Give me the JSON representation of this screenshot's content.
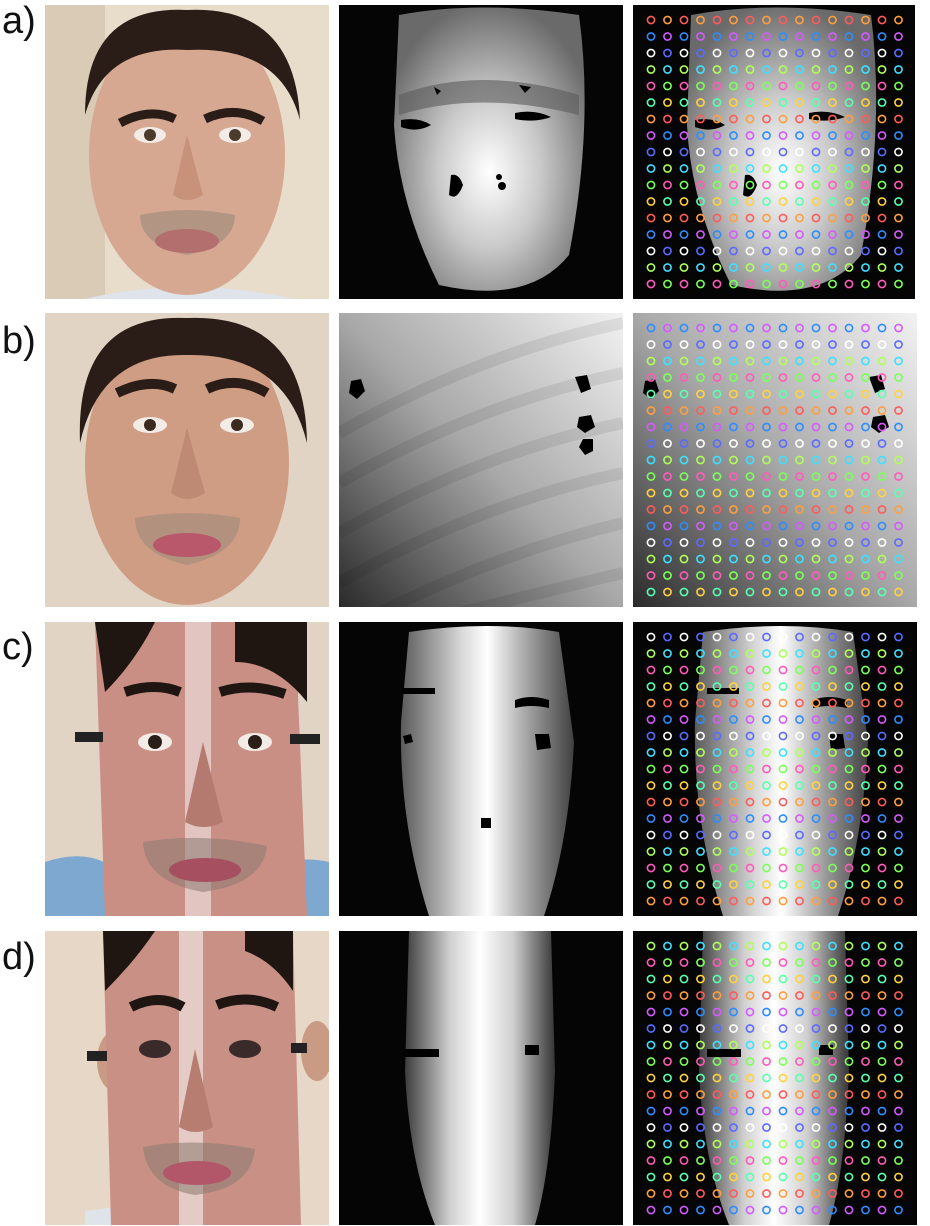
{
  "figure": {
    "rows": [
      {
        "label": "a)",
        "photo": "real-face-photo",
        "depth": "face-depth-map",
        "overlay": "depth-map-with-sample-grid"
      },
      {
        "label": "b)",
        "photo": "face-photo-on-screen",
        "depth": "planar-depth-map",
        "overlay": "depth-map-with-sample-grid"
      },
      {
        "label": "c)",
        "photo": "bent-printed-face-photo",
        "depth": "bent-print-depth-map",
        "overlay": "depth-map-with-sample-grid"
      },
      {
        "label": "d)",
        "photo": "cylindrical-printed-face-mask",
        "depth": "cylindrical-depth-map",
        "overlay": "depth-map-with-sample-grid"
      }
    ],
    "colors": {
      "background": "#ffffff",
      "label": "#111111",
      "depth_dark": "#050505",
      "skin": "#d9aa90",
      "hair": "#2a1d17",
      "wall": "#e6d8c6",
      "marker_palette": [
        "#ff5b5b",
        "#ffd23f",
        "#7dff5b",
        "#3fe0ff",
        "#5b6bff",
        "#d35bff",
        "#ff9f3f",
        "#5bffb0",
        "#ff5bb8",
        "#b0ff5b",
        "#ffffff",
        "#2f8cff"
      ]
    }
  }
}
